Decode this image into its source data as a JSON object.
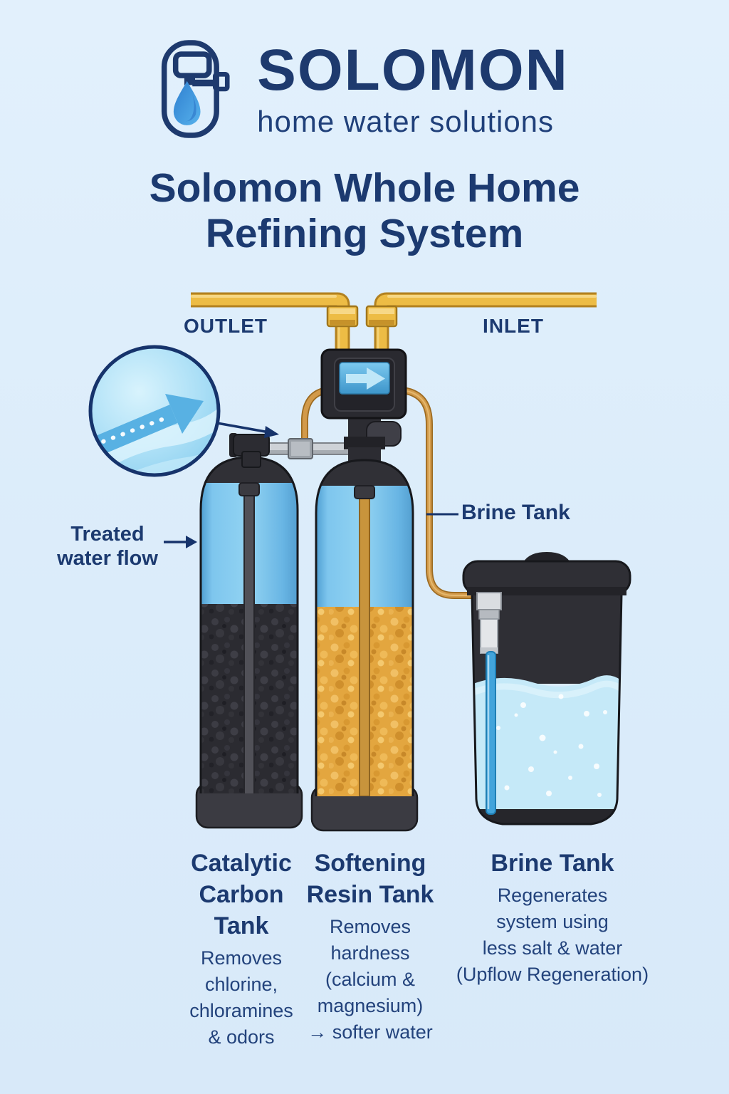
{
  "brand": {
    "name": "SOLOMON",
    "tagline": "home water solutions",
    "logo_icon": "faucet-droplet"
  },
  "title": "Solomon Whole Home Refining System",
  "diagram": {
    "outlet_label": "OUTLET",
    "inlet_label": "INLET",
    "treated_flow": {
      "line1": "Treated",
      "line2": "water flow"
    },
    "brine_callout": "Brine Tank",
    "icons": {
      "valve_display": "right-arrow",
      "magnifier": "water-flow-direction-arrow"
    }
  },
  "tanks": [
    {
      "heading_lines": [
        "Catalytic",
        "Carbon",
        "Tank"
      ],
      "body_lines": [
        "Removes",
        "chlorine,",
        "chloramines",
        "& odors"
      ]
    },
    {
      "heading_lines": [
        "Softening",
        "Resin Tank"
      ],
      "body_lines": [
        "Removes",
        "hardness",
        "(calcium &",
        "magnesium)",
        "→ softer water"
      ]
    },
    {
      "heading_lines": [
        "Brine Tank"
      ],
      "body_lines": [
        "Regenerates",
        "system using",
        "less salt & water",
        "(Upflow Regeneration)"
      ]
    }
  ],
  "colors": {
    "background": "#dceefb",
    "navy_text": "#1e3a6e",
    "pipe_gold": "#edbc45",
    "tank_water_blue": "#8ccdf0",
    "carbon_media": "#2b2b31",
    "resin_media": "#e3a63f",
    "brine_water": "#c5e9f8",
    "brine_tube_orange": "#d29a4a",
    "valve_screen_blue": "#5cb3e0"
  }
}
